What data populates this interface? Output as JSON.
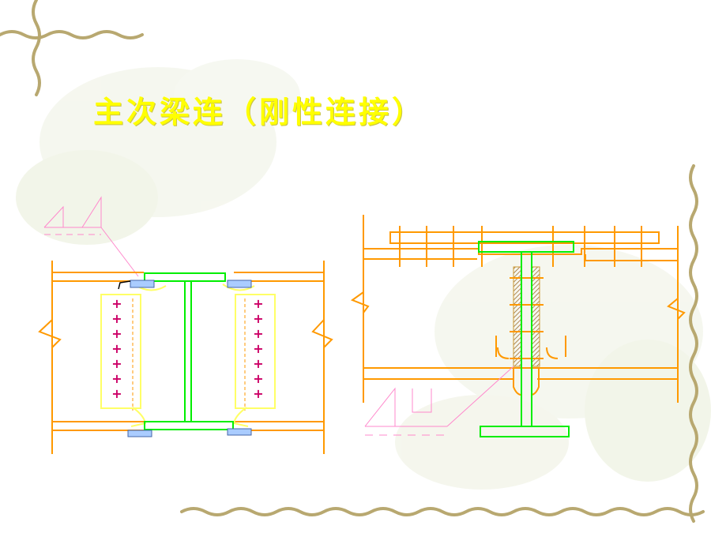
{
  "slide": {
    "title": "主次梁连（刚性连接）"
  },
  "colors": {
    "background": "#ffffff",
    "title": "#ffff00",
    "beam_outline": "#ff9900",
    "steel_section": "#00ee00",
    "splice_plate": "#ffff66",
    "bolt_mark": "#cc0066",
    "weld_symbol": "#ff88cc",
    "backing_bar": "#aaccff",
    "hatched_plate": "#cc9933",
    "decor_vine": "#b8a870",
    "decor_flower": "#e8eedd"
  },
  "decor": {
    "vine_icon": "vine-border-icon",
    "flower_icon": "flower-watermark-icon"
  },
  "diagram_left": {
    "bolt_mark": "+",
    "bolt_rows": 7
  },
  "diagram_right": {
    "rebar_count_top": 8
  }
}
